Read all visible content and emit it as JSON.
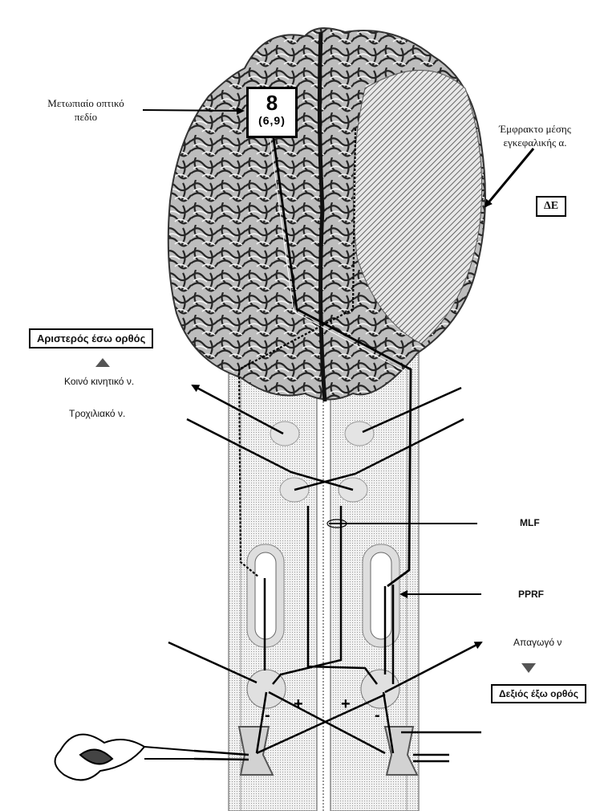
{
  "labels": {
    "frontal_eye_field": "Μετωπιαίο οπτικό πεδίο",
    "area_number": "8",
    "area_sub": "(6,9)",
    "infarct": "Έμφρακτο μέσης εγκεφαλικής α.",
    "right_hemisphere": "ΔΕ",
    "left_lateral_rectus": "Αριστερός έσω ορθός",
    "oculomotor_nerve": "Κοινό κινητικό ν.",
    "trochlear_nerve": "Τροχιλιακό ν.",
    "mlf": "MLF",
    "pprf": "PPRF",
    "abducens_nerve": "Απαγωγό ν",
    "right_medial_rectus": "Δεξιός έξω ορθός"
  },
  "signs": {
    "plus_left": "+",
    "plus_right": "+",
    "minus_left": "-",
    "minus_right": "-"
  }
}
